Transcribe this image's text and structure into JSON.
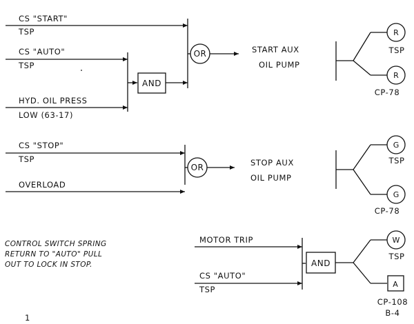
{
  "section1": {
    "inputs": [
      {
        "top": "CS \"START\"",
        "bottom": "TSP"
      },
      {
        "top": "CS \"AUTO\"",
        "bottom": "TSP"
      },
      {
        "top": "HYD. OIL PRESS",
        "bottom": "LOW (63-17)"
      }
    ],
    "and_gate": "AND",
    "or_gate": "OR",
    "output": [
      "START AUX",
      "OIL PUMP"
    ],
    "indicators": [
      {
        "letter": "R",
        "label": "TSP"
      },
      {
        "letter": "R",
        "label": "CP-78"
      }
    ]
  },
  "section2": {
    "inputs": [
      {
        "top": "CS \"STOP\"",
        "bottom": "TSP"
      },
      {
        "top": "OVERLOAD",
        "bottom": ""
      }
    ],
    "or_gate": "OR",
    "output": [
      "STOP AUX",
      "OIL PUMP"
    ],
    "indicators": [
      {
        "letter": "G",
        "label": "TSP"
      },
      {
        "letter": "G",
        "label": "CP-78"
      }
    ]
  },
  "section3": {
    "note": [
      "CONTROL SWITCH SPRING",
      "RETURN TO \"AUTO\" PULL",
      "OUT TO LOCK IN STOP."
    ],
    "inputs": [
      {
        "top": "MOTOR TRIP",
        "bottom": ""
      },
      {
        "top": "CS \"AUTO\"",
        "bottom": "TSP"
      }
    ],
    "and_gate": "AND",
    "indicators": [
      {
        "letter": "W",
        "label": "TSP"
      },
      {
        "letter": "A",
        "label": "CP-108"
      },
      {
        "letter": "",
        "label": "B-4"
      }
    ]
  },
  "page_number": "1"
}
